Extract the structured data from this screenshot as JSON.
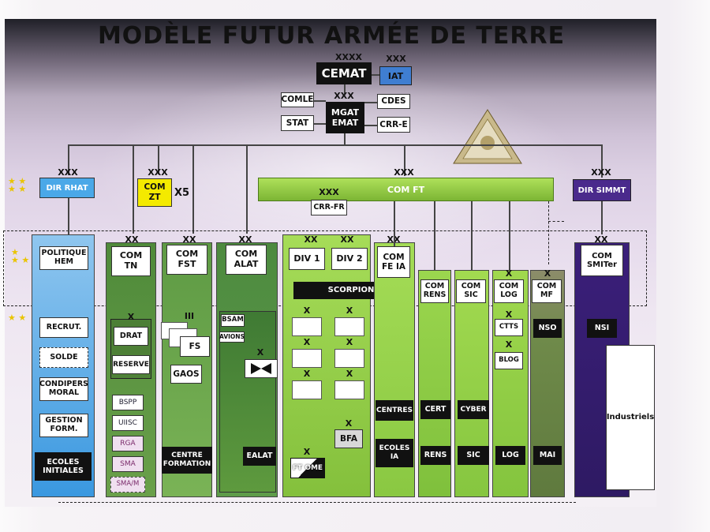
{
  "title": "MODÈLE FUTUR ARMÉE DE TERRE",
  "levels": {
    "xxxx": "XXXX",
    "xxx": "XXX",
    "xx": "XX",
    "x": "X",
    "iii": "III"
  },
  "top": {
    "cemat": "CEMAT",
    "iat": "IAT",
    "mgat": "MGAT EMAT",
    "comle": "COMLE",
    "stat": "STAT",
    "cdes": "CDES",
    "crre": "CRR-E",
    "com_zt_mult": "X5"
  },
  "branches": {
    "dir_rhat": "DIR RHAT",
    "com_zt": "COM ZT",
    "com_ft": "COM FT",
    "dir_simmt": "DIR SIMMT",
    "crr_fr": "CRR-FR"
  },
  "rhat_items": [
    "POLITIQUE HEM",
    "RECRUT.",
    "SOLDE",
    "CONDIPERS MORAL",
    "GESTION FORM.",
    "ECOLES INITIALES"
  ],
  "com_tn": {
    "label": "COM TN",
    "items": [
      "DRAT",
      "RESERVE",
      "BSPP",
      "UIISC",
      "RGA",
      "SMA",
      "SMA/M"
    ]
  },
  "com_fst": {
    "label": "COM FST",
    "items": [
      "FS",
      "GAOS"
    ],
    "bottom": "CENTRE FORMATION"
  },
  "com_alat": {
    "label": "COM ALAT",
    "items": [
      "BSAM",
      "AVIONS"
    ],
    "bottom": "EALAT"
  },
  "divs": {
    "div1": "DIV 1",
    "div2": "DIV 2",
    "scorpion": "SCORPION",
    "bfa": "BFA",
    "ftome": "FT OME"
  },
  "com_fe_ia": {
    "label": "COM FE IA",
    "items": [
      "CENTRES",
      "ECOLES IA"
    ]
  },
  "com_rens": {
    "label": "COM RENS",
    "items": [
      "CERT",
      "RENS"
    ]
  },
  "com_sic": {
    "label": "COM SIC",
    "items": [
      "CYBER",
      "SIC"
    ]
  },
  "com_log": {
    "label": "COM LOG",
    "items": [
      "CTTS",
      "BLOG",
      "LOG"
    ]
  },
  "com_mf": {
    "label": "COM MF",
    "items": [
      "NSO",
      "MAI"
    ]
  },
  "com_smiter": {
    "label": "COM SMITer",
    "items": [
      "NSI",
      "Industriels"
    ]
  },
  "emblem_text": "",
  "colors": {
    "rhat": "#4aa8e8",
    "com_zt": "#f4ea00",
    "com_ft": "#8cc43a",
    "dir_simmt": "#4a2a8c",
    "iat": "#3f7ed1",
    "col_green": "#5fa14a",
    "col_lightgreen": "#9bd04a",
    "smiter": "#3a2270"
  },
  "icons": [
    "star-icon",
    "triangle-emblem-icon",
    "bowtie-icon"
  ]
}
